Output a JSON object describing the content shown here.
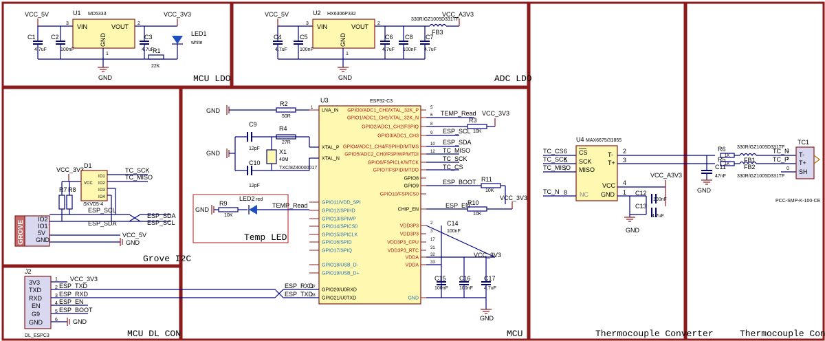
{
  "sections": {
    "mcu_ldo": "MCU LDO",
    "adc_ldo": "ADC LDO",
    "grove_i2c": "Grove I2C",
    "mcu": "MCU",
    "mcu_dl_con": "MCU DL CON",
    "tc_converter": "Thermocouple Converter",
    "tc_con": "Thermocouple Con"
  },
  "nets": {
    "vcc_5v": "VCC_5V",
    "vcc_3v3": "VCC_3V3",
    "vcc_a3v3": "VCC_A3V3",
    "gnd": "GND",
    "temp_read": "TEMP_Read",
    "esp_scl": "ESP_SCL",
    "esp_sda": "ESP_SDA",
    "tc_miso": "TC_MISO",
    "tc_cs": "TC_CS",
    "tc_sck": "TC_SCK",
    "tc_n": "TC_N",
    "tc_p": "TC_P",
    "esp_boot": "ESP_BOOT",
    "esp_en": "ESP_EN",
    "esp_rxd": "ESP_RXD",
    "esp_txd": "ESP_TXD",
    "temp_read_led": "TEMP_Read"
  },
  "u1": {
    "ref": "U1",
    "part": "MD5333",
    "vin": "VIN",
    "vout": "VOUT",
    "gnd": "GND",
    "pin_in": "3",
    "pin_out": "2",
    "pin_gnd": "1"
  },
  "u2": {
    "ref": "U2",
    "part": "HX6306P332",
    "vin": "VIN",
    "vout": "VOUT",
    "gnd": "GND",
    "pin_in": "3",
    "pin_out": "2",
    "pin_gnd": "1"
  },
  "ldo_parts": {
    "c1": "C1",
    "c1v": "4.7uF",
    "c2": "C2",
    "c2v": "100nF",
    "c3": "C3",
    "c3v": "4.7uF",
    "r1": "R1",
    "r1v": "22K",
    "led1": "LED1",
    "led1v": "white",
    "c4": "C4",
    "c4v": "4.7uF",
    "c5": "C5",
    "c5v": "100nF",
    "c6": "C6",
    "c6v": "4.7uF",
    "c8": "C8",
    "c8v": "100nF",
    "c7": "C7",
    "c7v": "4.7uF",
    "fb3": "FB3",
    "fb3v": "330R/GZ1005D331TF"
  },
  "grove": {
    "d1": "D1",
    "d1part": "SKVD5-4",
    "r7": "R7",
    "r8": "R8",
    "pins": [
      "VCC",
      "IO1",
      "IO2",
      "IO3",
      "IO4"
    ],
    "conn_title": "GROVE",
    "conn_pins": [
      "IO2",
      "IO1",
      "5V",
      "GND"
    ]
  },
  "u3": {
    "ref": "U3",
    "part": "ESP32-C3",
    "left_pins": [
      "LNA_IN",
      "XTAL_P",
      "XTAL_N",
      "GPIO11/VDD_SPI",
      "GPIO12/SPIHD",
      "GPIO13/SPIWP",
      "GPIO14/SPICS0",
      "GPIO15/SPICLK",
      "GPIO16/SPID",
      "GPIO17/SPIQ",
      "GPIO18/USB_D-",
      "GPIO19/USB_D+",
      "GPIO20/U0RXD",
      "GPIO21/U0TXD"
    ],
    "right_pins": [
      "GPIO0/ADC1_CH0/XTAL_32K_P",
      "GPIO1/ADC1_CH1/XTAL_32K_N",
      "GPIO2/ADC1_CH2/FSPIQ",
      "GPIO3/ADC1_CH3",
      "GPIO4/ADC1_CH4/FSPIHD/MTMS",
      "GPIO5/ADC2_CH0/FSPIWP/MTDI",
      "GPIO6/FSPICLK/MTCK",
      "GPIO7/FSPID/MTDO",
      "GPIO8",
      "GPIO9",
      "GPIO10/FSPICS0",
      "CHIP_EN",
      "VDD3P3",
      "VDD3P3",
      "VDD3P3_CPU",
      "VDD3P3_RTC",
      "VDDA",
      "VDDA",
      "GND"
    ],
    "right_nums": [
      "5",
      "6",
      "8",
      "9",
      "10",
      "12",
      "",
      "",
      "",
      "",
      "",
      "",
      "2",
      "3",
      "17",
      "31",
      "32",
      "33",
      ""
    ],
    "left_nums": [
      "1",
      "",
      "",
      "",
      "",
      "",
      "",
      "",
      "",
      "",
      "",
      "",
      "27",
      "28"
    ]
  },
  "mcu_parts": {
    "r2": "R2",
    "r2v": "50R",
    "c9": "C9",
    "c9v": "12pF",
    "r4": "R4",
    "r4v": "27R",
    "x1": "X1",
    "x1v": "40M",
    "x1p": "TXC/8Z40000017",
    "c10": "C10",
    "c10v": "12pF",
    "r3": "R3",
    "r3v": "10K",
    "r11": "R11",
    "r11v": "10K",
    "r10": "R10",
    "r10v": "10K",
    "c14": "C14",
    "c14v": "100nF",
    "c15": "C15",
    "c15v": "100nF",
    "c16": "C16",
    "c16v": "100nF",
    "c17": "C17",
    "c17v": "4.7uF",
    "r9": "R9",
    "r9v": "10K",
    "led2": "LED2",
    "led2v": "red",
    "led_box": "Temp LED"
  },
  "j2": {
    "ref": "J2",
    "part": "DL_ESPC3",
    "labels": [
      "3V3",
      "TXD",
      "RXD",
      "EN",
      "G9",
      "GND"
    ],
    "pins": [
      "1",
      "2",
      "3",
      "4",
      "5",
      "6"
    ]
  },
  "u4": {
    "ref": "U4",
    "part": "MAX6675/31855",
    "cs": "CS",
    "sck": "SCK",
    "miso": "MISO",
    "nc": "NC",
    "tm": "T-",
    "tp": "T+",
    "vcc": "VCC",
    "gnd": "GND",
    "pin_cs": "6",
    "pin_sck": "5",
    "pin_miso": "7",
    "pin_nc": "8",
    "pin_tm": "2",
    "pin_tp": "3",
    "pin_vcc": "4",
    "pin_gnd": "1"
  },
  "tc_parts": {
    "c12": "C12",
    "c12v": "100nF",
    "c13": "C13",
    "c13v": "4.7uF",
    "c11": "C11",
    "c11v": "47nF",
    "r6": "R6",
    "r6v": "1K",
    "r5": "R5",
    "r5v": "1K",
    "fb1": "FB1",
    "fb1v": "330R/GZ1005D331TF",
    "fb2": "FB2",
    "fb2v": "330R/GZ1005D331TF",
    "tc1": "TC1",
    "tc1part": "PCC-SMP-K-100-CE",
    "tc1pins": [
      "T-",
      "T+",
      "SH"
    ],
    "tc1nums": [
      "1",
      "2",
      "0"
    ]
  }
}
